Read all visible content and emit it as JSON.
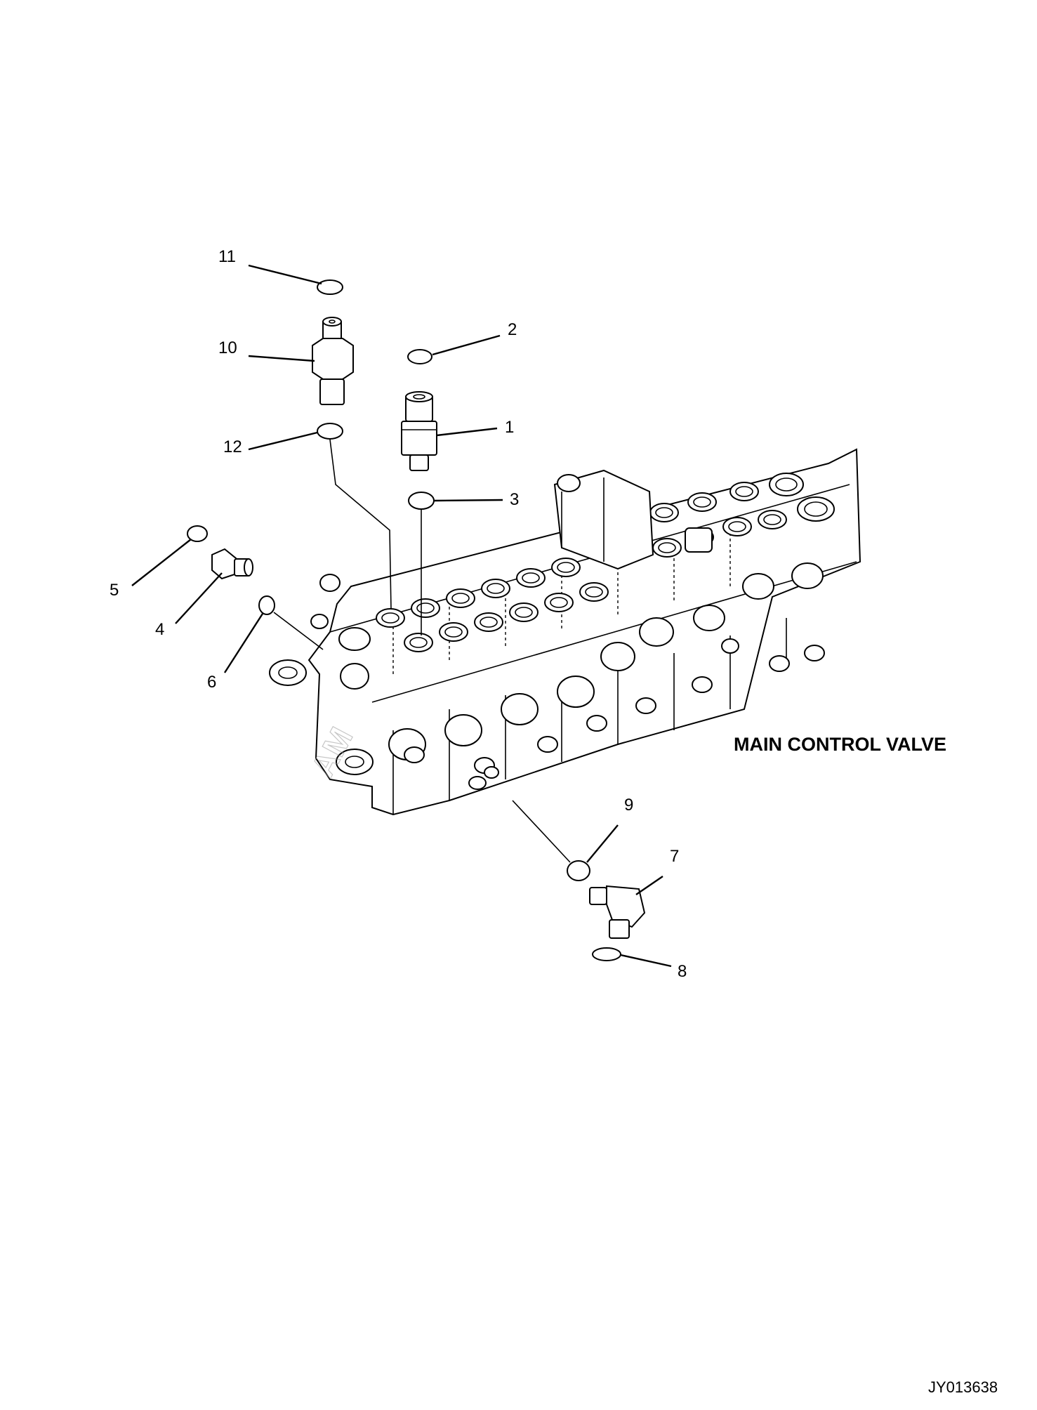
{
  "diagram": {
    "title": "MAIN CONTROL VALVE",
    "drawing_code": "JY013638",
    "watermark": "AM",
    "callouts": [
      {
        "id": "1",
        "label": "1"
      },
      {
        "id": "2",
        "label": "2"
      },
      {
        "id": "3",
        "label": "3"
      },
      {
        "id": "4",
        "label": "4"
      },
      {
        "id": "5",
        "label": "5"
      },
      {
        "id": "6",
        "label": "6"
      },
      {
        "id": "7",
        "label": "7"
      },
      {
        "id": "8",
        "label": "8"
      },
      {
        "id": "9",
        "label": "9"
      },
      {
        "id": "10",
        "label": "10"
      },
      {
        "id": "11",
        "label": "11"
      },
      {
        "id": "12",
        "label": "12"
      }
    ]
  }
}
